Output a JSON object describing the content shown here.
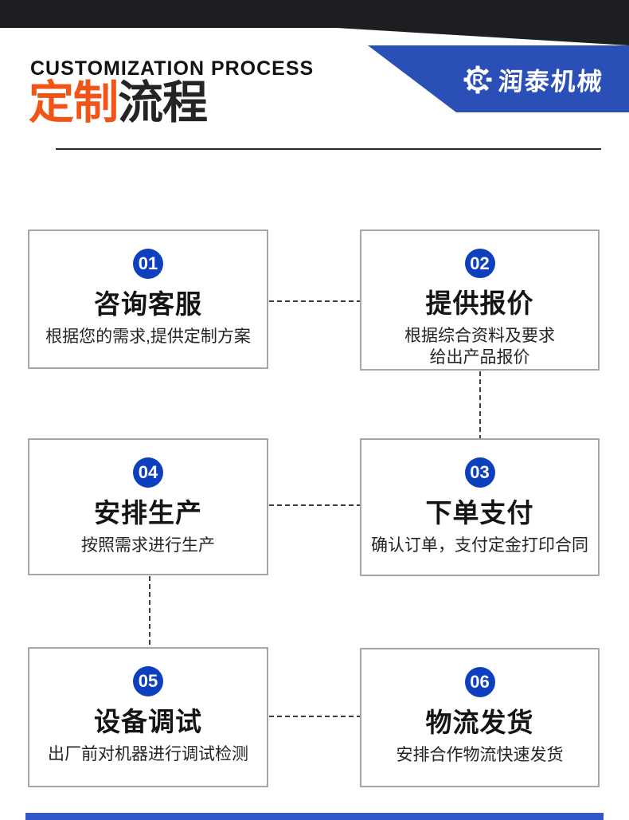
{
  "header": {
    "subtitle_en": "CUSTOMIZATION PROCESS",
    "title_accent": "定制",
    "title_rest": "流程",
    "logo_text": "润泰机械",
    "logo_monogram": "R",
    "logo_icon": "gear-icon",
    "colors": {
      "band_black": "#1c1e22",
      "band_blue": "#2a50b8",
      "accent_orange": "#f25317",
      "title_dark": "#242424"
    }
  },
  "steps": [
    {
      "number": "01",
      "title": "咨询客服",
      "desc_lines": [
        "根据您的需求,提供定制方案"
      ]
    },
    {
      "number": "02",
      "title": "提供报价",
      "desc_lines": [
        "根据综合资料及要求",
        "给出产品报价"
      ]
    },
    {
      "number": "04",
      "title": "安排生产",
      "desc_lines": [
        "按照需求进行生产"
      ]
    },
    {
      "number": "03",
      "title": "下单支付",
      "desc_lines": [
        "确认订单，支付定金打印合同"
      ]
    },
    {
      "number": "05",
      "title": "设备调试",
      "desc_lines": [
        "出厂前对机器进行调试检测"
      ]
    },
    {
      "number": "06",
      "title": "物流发货",
      "desc_lines": [
        "安排合作物流快速发货"
      ]
    }
  ],
  "style": {
    "step_badge_blue": "#0d3fbe",
    "card_border_gray": "#a6a6a6",
    "footer_bar_blue": "#3156c8"
  }
}
